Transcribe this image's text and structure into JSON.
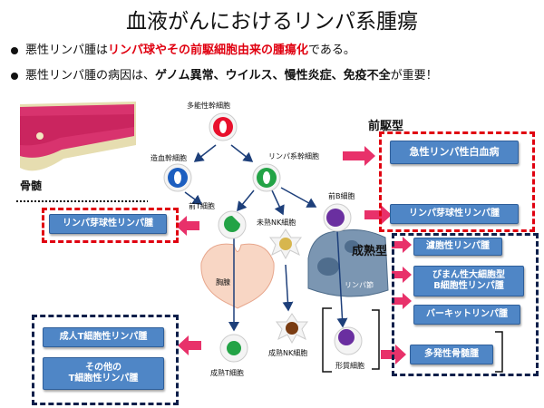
{
  "title": "血液がんにおけるリンパ系腫瘍",
  "bullets": [
    {
      "pre": "悪性リンパ腫は",
      "em": "リンパ球やその前駆細胞由来の腫瘍化",
      "post": "である。"
    },
    {
      "pre": "悪性リンパ腫の病因は、",
      "em1": "ゲノム異常、ウイルス、慢性炎症、免疫不全",
      "post": "が重要！"
    }
  ],
  "labels": {
    "bone_marrow": "骨髄",
    "multipotent_stem": "多能性幹細胞",
    "hematopoietic_stem": "造血幹細胞",
    "lymphoid_stem": "リンパ系幹細胞",
    "pre_t": "前T細胞",
    "immature_nk": "未熟NK細胞",
    "pre_b": "前B細胞",
    "thymus": "胸腺",
    "lymph_node": "リンパ節",
    "mature_nk": "成熟NK細胞",
    "mature_t": "成熟T細胞",
    "plasma": "形質細胞"
  },
  "headers": {
    "precursor": "前駆型",
    "mature": "成熟型"
  },
  "boxes": {
    "aml": "急性リンパ性白血病",
    "lbl_b": "リンパ芽球性リンパ腫",
    "lbl_t": "リンパ芽球性リンパ腫",
    "follicular": "濾胞性リンパ腫",
    "dlbcl": "びまん性大細胞型\nB細胞性リンパ腫",
    "burkitt": "バーキットリンパ腫",
    "myeloma": "多発性骨髄腫",
    "atl": "成人T細胞性リンパ腫",
    "other_t": "その他の\nT細胞性リンパ腫"
  },
  "colors": {
    "arrow_red": "#e8316a",
    "dash_red": "#e00010",
    "dash_navy": "#0d1f4a",
    "box_blue": "#4f86c6",
    "cell_arrow": "#1d3f7a"
  }
}
